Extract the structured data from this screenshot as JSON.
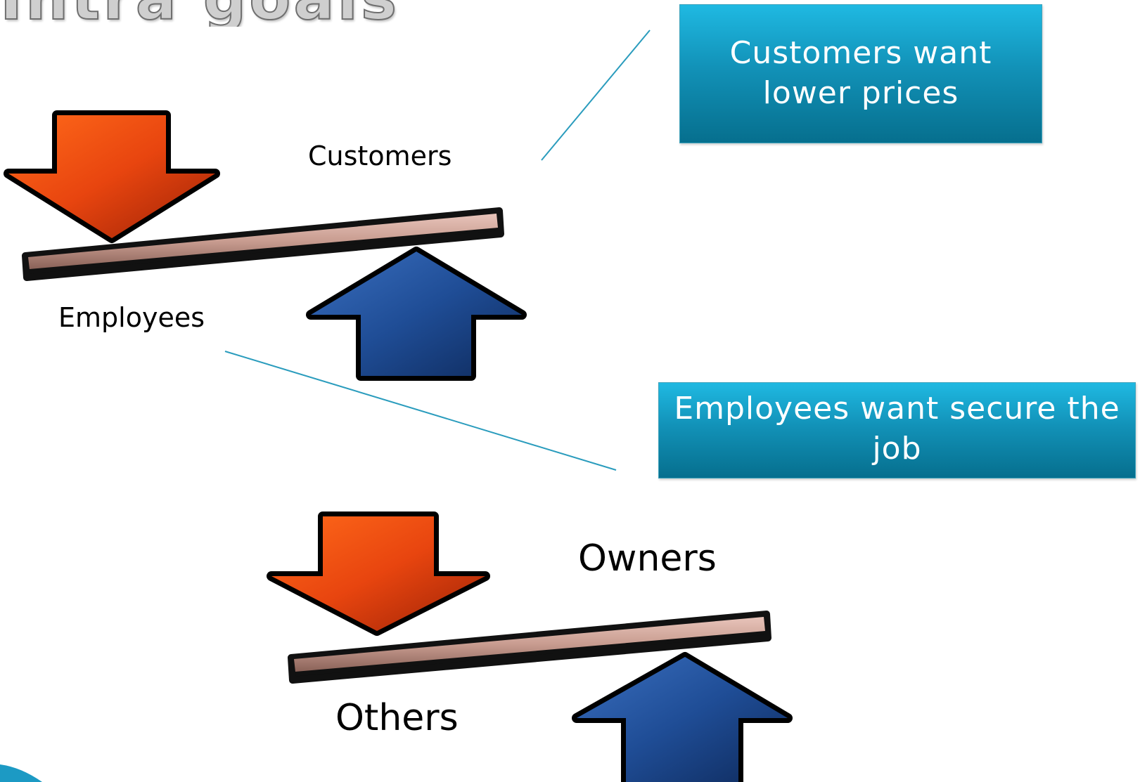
{
  "slide": {
    "title": "Intra goals"
  },
  "groups": [
    {
      "top_label": "Customers",
      "bottom_label": "Employees"
    },
    {
      "top_label": "Owners",
      "bottom_label": "Others"
    }
  ],
  "callouts": [
    {
      "text": "Customers want lower prices"
    },
    {
      "text": "Employees want secure the job"
    }
  ],
  "colors": {
    "down_arrow": "#e8450f",
    "up_arrow": "#1f4d96",
    "beam": "#c89c90",
    "callout": "#1292b8",
    "connector": "#2a9cbd"
  },
  "icons": [
    "down-arrow-icon",
    "up-arrow-icon",
    "seesaw-beam"
  ]
}
